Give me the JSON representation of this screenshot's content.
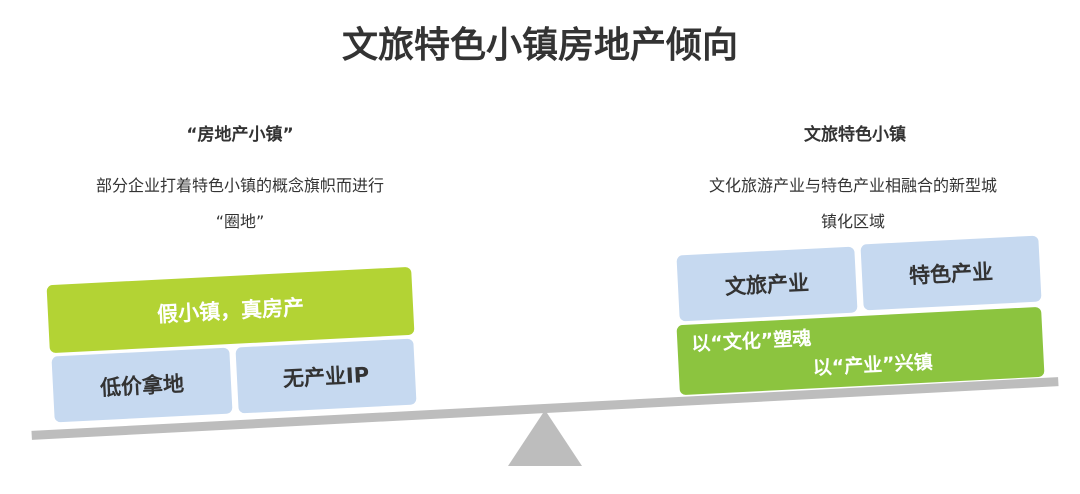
{
  "title": "文旅特色小镇房地产倾向",
  "left": {
    "heading": "“房地产小镇”",
    "desc_line1": "部分企业打着特色小镇的概念旗帜而进行",
    "desc_line2": "“圈地”",
    "top_box": "假小镇，真房产",
    "bottom_boxes": [
      "低价拿地",
      "无产业IP"
    ]
  },
  "right": {
    "heading": "文旅特色小镇",
    "desc_line1": "文化旅游产业与特色产业相融合的新型城",
    "desc_line2": "镇化区域",
    "top_boxes": [
      "文旅产业",
      "特色产业"
    ],
    "bottom_line1": "以“文化”塑魂",
    "bottom_line2": "以“产业”兴镇"
  },
  "colors": {
    "lime": "#b3d334",
    "green": "#8cc43f",
    "blue": "#c6d9f0",
    "beam": "#bdbdbd"
  }
}
